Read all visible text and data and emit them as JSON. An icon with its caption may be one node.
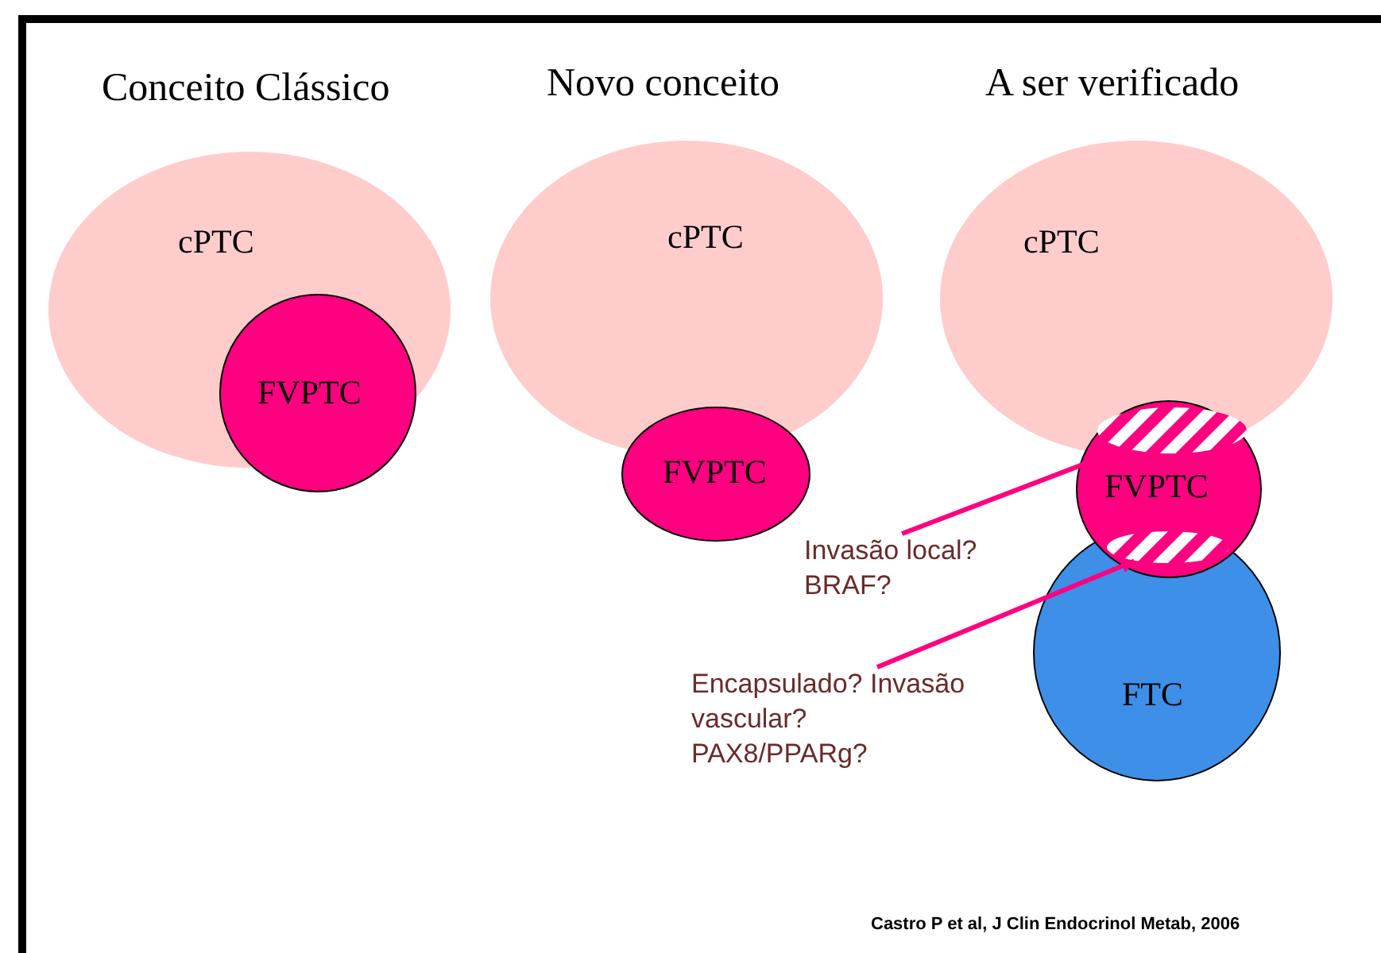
{
  "diagram": {
    "nodes": [
      {
        "text": [
          "cPTC"
        ]
      },
      {
        "text": [
          "FVPTC"
        ]
      },
      {
        "text": [
          "cPTC"
        ]
      },
      {
        "text": [
          "FVPTC"
        ]
      },
      {
        "text": [
          "cPTC"
        ]
      },
      {
        "text": [
          "FTC"
        ]
      },
      {
        "text": [
          "FVPTC"
        ]
      },
      {
        "text": [],
        "shape": "ellipse"
      },
      {
        "text": [],
        "shape": "ellipse"
      },
      {
        "text": [
          "Invasão local? BRAF?"
        ]
      },
      {
        "text": [
          "Encapsulado? Invasão vascular? PAX8/PPARg?"
        ]
      }
    ],
    "edges": [
      {
        "from": 9,
        "to": 7,
        "arrow": "to"
      },
      {
        "from": 10,
        "to": 8,
        "arrow": "to"
      }
    ],
    "labels": [
      "Conceito Clássico",
      "Novo conceito",
      "A ser verificado",
      "Castro P et al, J Clin Endocrinol Metab, 2006"
    ]
  }
}
